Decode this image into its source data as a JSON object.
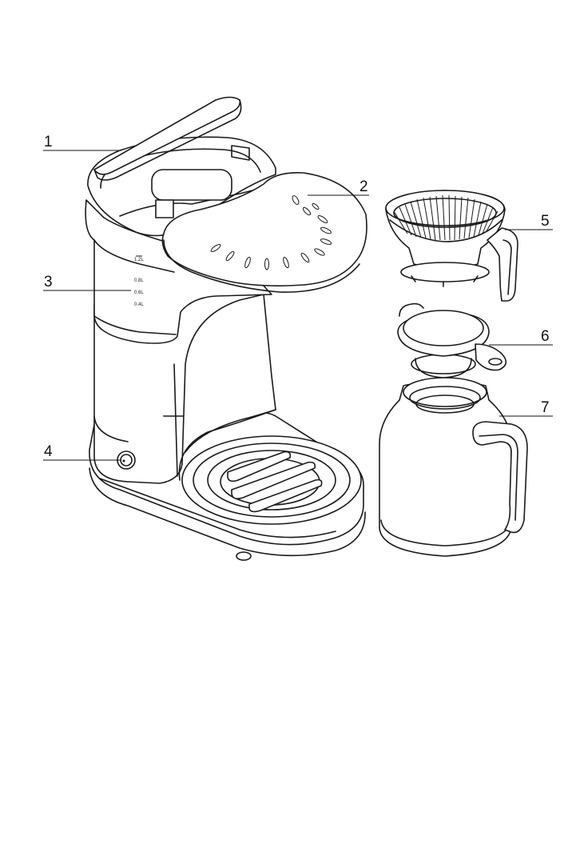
{
  "callouts": [
    {
      "id": "1",
      "label": "1"
    },
    {
      "id": "2",
      "label": "2"
    },
    {
      "id": "3",
      "label": "3"
    },
    {
      "id": "4",
      "label": "4"
    },
    {
      "id": "5",
      "label": "5"
    },
    {
      "id": "6",
      "label": "6"
    },
    {
      "id": "7",
      "label": "7"
    }
  ],
  "reservoir_scale": [
    "1.2L",
    "0.8L",
    "0.6L",
    "0.4L"
  ]
}
